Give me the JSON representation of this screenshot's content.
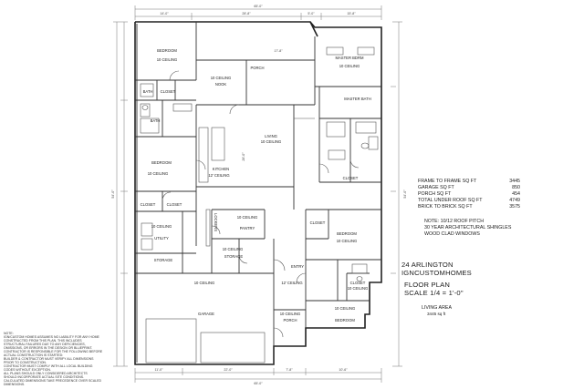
{
  "rooms": {
    "bedroom_nw": "BEDROOM",
    "ceiling_nw": "10 CEILING",
    "bath_w": "BATH",
    "closet_w": "CLOSET",
    "bath_w2": "BATH",
    "ceiling_nook": "10 CEILING",
    "nook": "NOOK",
    "porch_top": "PORCH",
    "master_bdrm": "MASTER BDRM",
    "ceiling_master": "10 CEILING",
    "ceiling_living": "10 CEILING",
    "living": "LIVING",
    "kitchen": "KITCHEN",
    "ceiling_kitchen": "12' CEILING",
    "bedroom_w": "BEDROOM",
    "ceiling_bedw": "10 CEILING",
    "closet_sw1": "CLOSET",
    "closet_sw2": "CLOSET",
    "ceiling_utility": "10 CEILING",
    "utility": "UTILITY",
    "pantry": "PANTRY",
    "ceiling_pantry": "10 CEILING",
    "storage_1": "STORAGE",
    "storage_2": "STORAGE",
    "ceiling_storage": "10 CEILING",
    "master_bath": "MASTER BATH",
    "master_closet": "CLOSET",
    "closet_e": "CLOSET",
    "bedroom_e": "BEDROOM",
    "ceiling_bede": "10 CEILING",
    "entry": "ENTRY",
    "ceiling_entry": "12' CEILING",
    "garage": "GARAGE",
    "ceiling_garage": "10 CEILING",
    "porch_bottom": "PORCH",
    "ceiling_porch": "10 CEILING",
    "bedroom_se": "BEDROOM",
    "ceiling_bedse": "10 CEILING",
    "closet_se": "CLOSET",
    "ceiling_closetse": "10 CEILING",
    "lockers": "LOCKERS"
  },
  "dims": {
    "top_total": "65'-0\"",
    "top_a": "14'-0\"",
    "top_b": "28'-8\"",
    "top_c": "5'-0\"",
    "top_d": "15'-8\"",
    "bottom_total": "65'-0\"",
    "bottom_a": "11'-0\"",
    "bottom_b": "22'-0\"",
    "bottom_c": "7'-8\"",
    "bottom_d": "10'-6\"",
    "left_total": "54'-0\"",
    "right_total": "54'-0\"",
    "kitchen_w": "26'-0\"",
    "living_w": "17'-8\""
  },
  "sqft_table": [
    {
      "label": "FRAME TO FRAME SQ FT",
      "value": "3445"
    },
    {
      "label": "GARAGE SQ FT",
      "value": "850"
    },
    {
      "label": "PORCH SQ FT",
      "value": "454"
    },
    {
      "label": "TOTAL UNDER ROOF SQ FT",
      "value": "4749"
    },
    {
      "label": "BRICK TO BRICK SQ FT",
      "value": "3575"
    }
  ],
  "notes": [
    "NOTE: 10/12 ROOF PITCH",
    "30 YEAR ARCHITECTURAL SHINGLES",
    "WOOD CLAD WINDOWS"
  ],
  "title_block": {
    "address": "24 ARLINGTON",
    "company": "IGNCUSTOMHOMES",
    "plan": "FLOOR PLAN",
    "scale": "SCALE 1/4 = 1'-0\""
  },
  "living_area": {
    "label": "LIVING AREA",
    "value": "3445 sq ft"
  },
  "disclaimer": [
    "NOTE:",
    "IGN/CUSTOM HOMES ASSUMES NO LIABILITY FOR ANY HOME",
    "CONSTRUCTED FROM THIS PLAN. THIS INCLUDES",
    "STRUCTURAL FAILURES DUE TO ANY DEFICIENCIES,",
    "OMISSIONS, OR ERRORS IN THE DESIGN OR BLUEPRINT.",
    "CONTRACTOR IS RESPONSIBLE FOR THE FOLLOWING BEFORE",
    "ACTUAL CONSTRUCTION IS STARTED:",
    "BUILDER & CONTRACTOR MUST VERIFY ALL DIMENSIONS",
    "PRIOR TO CONSTRUCTION.",
    "CONTRACTOR MUST COMPLY WITH ALL LOCAL BUILDING",
    "CODES WITHOUT EXCEPTION.",
    "ALL PLANS SHOULD ONLY CONSIDERED ARCHITECTS",
    "SHOULD INCORPORATE ACTUAL SITE CONDITIONS.",
    "CALCULATED DIMENSIONS TAKE PRECEDENCE OVER SCALED",
    "DIMENSIONS."
  ]
}
